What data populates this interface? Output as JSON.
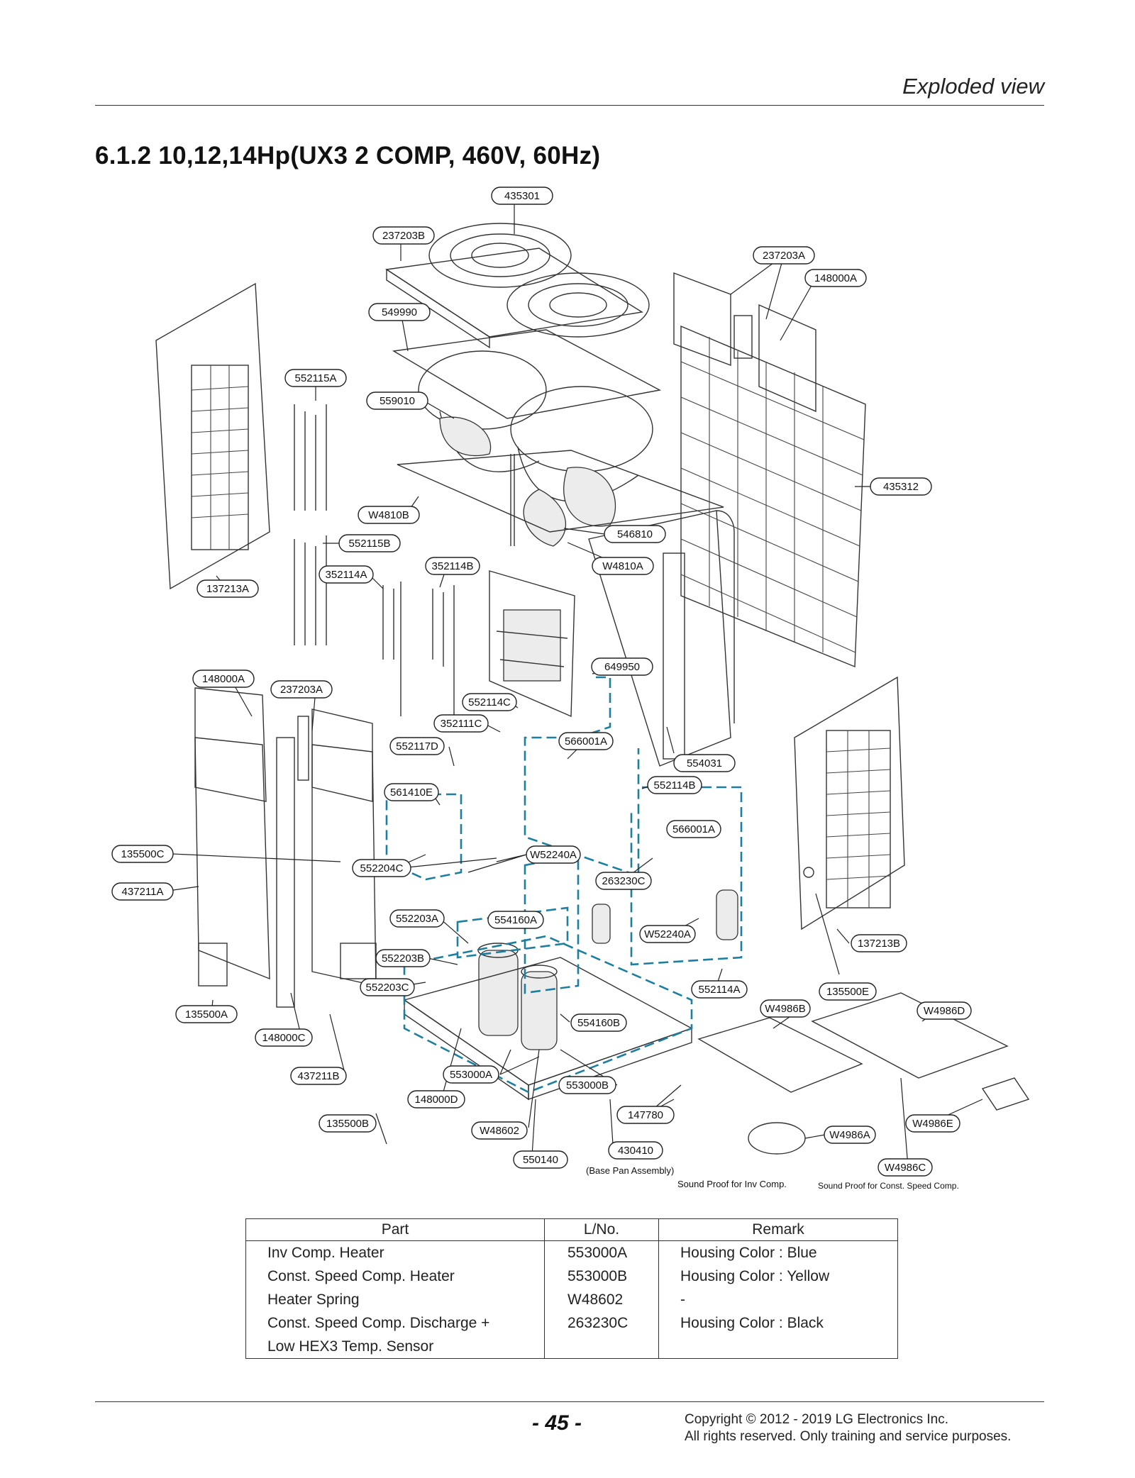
{
  "header": {
    "title": "Exploded view"
  },
  "section": {
    "title": "6.1.2  10,12,14Hp(UX3 2 COMP, 460V, 60Hz)"
  },
  "diagram": {
    "callouts": {
      "c435301": "435301",
      "c237203B": "237203B",
      "c237203A_top": "237203A",
      "c148000A_top": "148000A",
      "c549990": "549990",
      "c552115A": "552115A",
      "c559010": "559010",
      "c435312": "435312",
      "c W4810B": "W4810B",
      "c546810": "546810",
      "c552115B": "552115B",
      "c352114A": "352114A",
      "c352114B": "352114B",
      "cW4810A": "W4810A",
      "c137213A": "137213A",
      "c148000A_left": "148000A",
      "c237203A_left": "237203A",
      "c649950": "649950",
      "c552114C": "552114C",
      "c352111C": "352111C",
      "c566001A_1": "566001A",
      "c552117D": "552117D",
      "c554031": "554031",
      "c561410E": "561410E",
      "c552114B": "552114B",
      "c566001A_2": "566001A",
      "c135500C": "135500C",
      "cW52240A_1": "W52240A",
      "c552204C": "552204C",
      "c263230C": "263230C",
      "c437211A": "437211A",
      "c552203A": "552203A",
      "c554160A": "554160A",
      "cW52240A_2": "W52240A",
      "c137213B": "137213B",
      "c552203B": "552203B",
      "c552114A": "552114A",
      "c135500E": "135500E",
      "c552203C": "552203C",
      "cW4986B": "W4986B",
      "cW4986D": "W4986D",
      "c135500A": "135500A",
      "c554160B": "554160B",
      "c148000C": "148000C",
      "c553000A": "553000A",
      "c437211B": "437211B",
      "c553000B": "553000B",
      "c148000D": "148000D",
      "c147780": "147780",
      "c135500B": "135500B",
      "cW48602": "W48602",
      "cW4986A": "W4986A",
      "cW4986E": "W4986E",
      "c430410": "430410",
      "c550140": "550140",
      "cW4986C": "W4986C"
    },
    "notes": {
      "base_pan": "(Base Pan Assembly)",
      "sound_inv": "Sound Proof for Inv Comp.",
      "sound_const": "Sound Proof for Const. Speed Comp."
    }
  },
  "parts_table": {
    "headers": {
      "part": "Part",
      "lno": "L/No.",
      "remark": "Remark"
    },
    "rows": [
      {
        "part": "Inv Comp. Heater",
        "lno": "553000A",
        "remark": "Housing Color  : Blue"
      },
      {
        "part": "Const. Speed Comp. Heater",
        "lno": "553000B",
        "remark": "Housing Color  : Yellow"
      },
      {
        "part": "Heater Spring",
        "lno": "W48602",
        "remark": "-"
      },
      {
        "part": "Const. Speed Comp. Discharge +",
        "lno": "263230C",
        "remark": "Housing Color  : Black"
      },
      {
        "part": "Low HEX3 Temp. Sensor",
        "lno": "",
        "remark": ""
      }
    ]
  },
  "footer": {
    "page_number": "- 45 -",
    "copyright_line1": "Copyright © 2012 - 2019 LG Electronics Inc.",
    "copyright_line2": "All rights reserved. Only training and service purposes."
  }
}
